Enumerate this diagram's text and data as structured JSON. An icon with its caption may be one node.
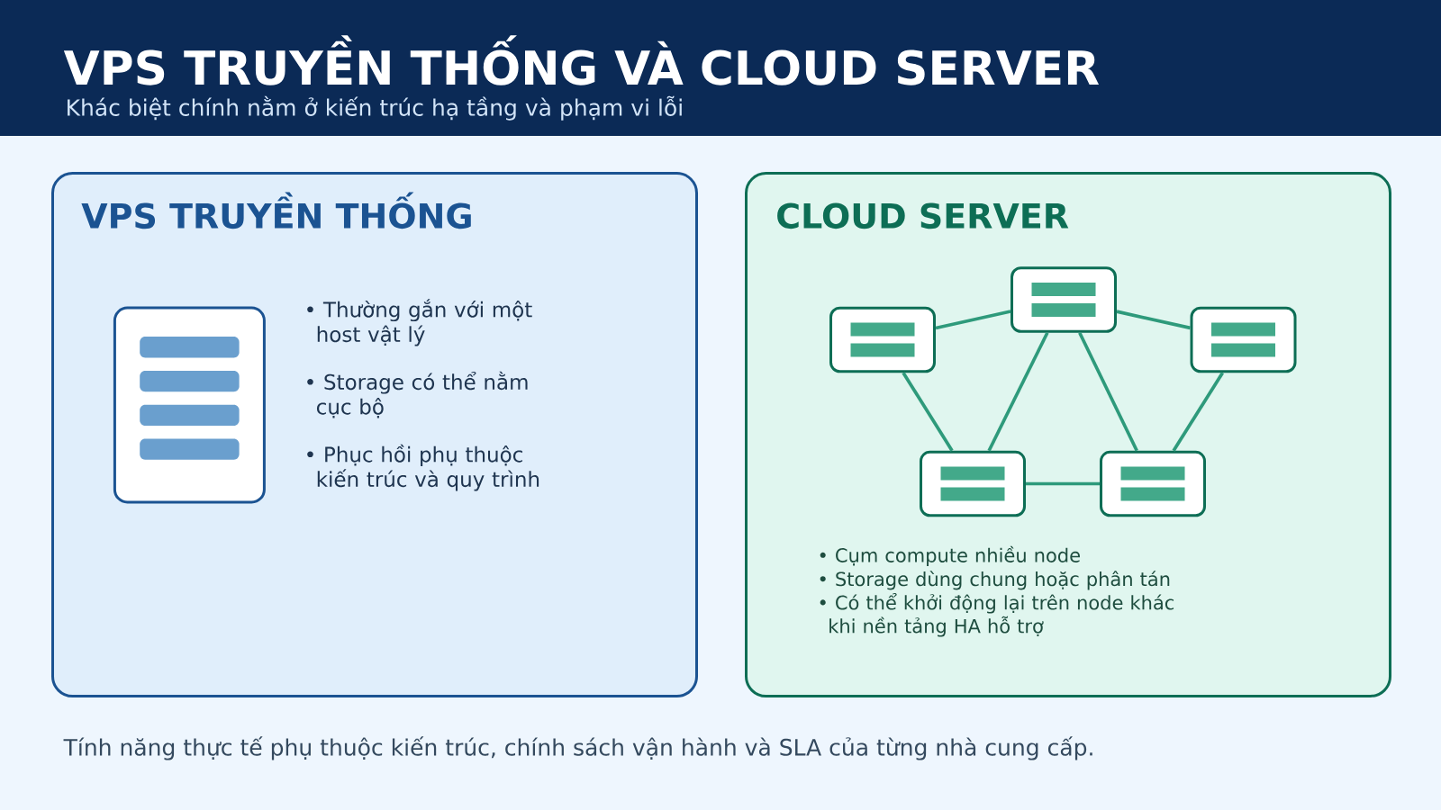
{
  "diagram": {
    "title": "VPS TRUYỀN THỐNG VÀ CLOUD SERVER",
    "nodes": [
      {
        "text": [
          "VPS TRUYỀN THỐNG",
          "• Thường gắn với một host vật lý",
          "• Storage có thể nằm cục bộ",
          "• Phục hồi phụ thuộc kiến trúc và quy trình"
        ]
      },
      {
        "text": [
          "CLOUD SERVER",
          "• Cụm compute nhiều node",
          "• Storage dùng chung hoặc phân tán",
          "• Có thể khởi động lại trên node khác khi nền tảng HA hỗ trợ"
        ]
      },
      {
        "text": [],
        "shape": "box",
        "in": 1
      },
      {
        "text": [],
        "shape": "box",
        "in": 1
      },
      {
        "text": [],
        "shape": "box",
        "in": 1
      },
      {
        "text": [],
        "shape": "box",
        "in": 1
      },
      {
        "text": [],
        "shape": "box",
        "in": 1
      }
    ],
    "edges": [
      {
        "from": 3,
        "to": 2,
        "arrow": "none"
      },
      {
        "from": 2,
        "to": 4,
        "arrow": "none"
      },
      {
        "from": 3,
        "to": 5,
        "arrow": "none"
      },
      {
        "from": 2,
        "to": 5,
        "arrow": "none"
      },
      {
        "from": 2,
        "to": 6,
        "arrow": "none"
      },
      {
        "from": 4,
        "to": 6,
        "arrow": "none"
      },
      {
        "from": 5,
        "to": 6,
        "arrow": "none"
      }
    ],
    "labels": [
      "Khác biệt chính nằm ở kiến trúc hạ tầng và phạm vi lỗi",
      "Tính năng thực tế phụ thuộc kiến trúc, chính sách vận hành và SLA của từng nhà cung cấp."
    ]
  }
}
